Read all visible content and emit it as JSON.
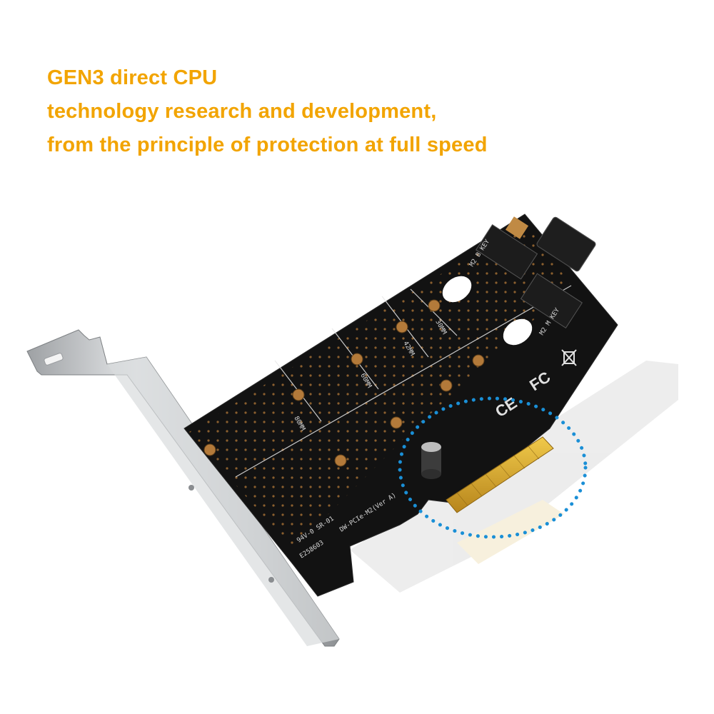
{
  "headline": {
    "lines": [
      "GEN3 direct CPU",
      "technology research and development,",
      "from the principle of protection at full speed"
    ],
    "color": "#f2a400"
  },
  "board": {
    "model_label": "DW-PCIe-M2(Ver A)",
    "rating_label": "94V-0 SR-01",
    "serial_label": "E258603",
    "m2_b_key_label": "M2 B KEY",
    "m2_m_key_label": "M2 M KEY",
    "mount_labels": [
      "30MM",
      "42MM",
      "60MM",
      "80MM"
    ],
    "fc_mark": "FC",
    "ce_mark": "CE"
  },
  "colors": {
    "pcb": "#111111",
    "pad": "#b37a3a",
    "gold_finger": "#d6a629",
    "bracket": "#c9cbcd",
    "highlight_ring": "#1a8fd6"
  }
}
